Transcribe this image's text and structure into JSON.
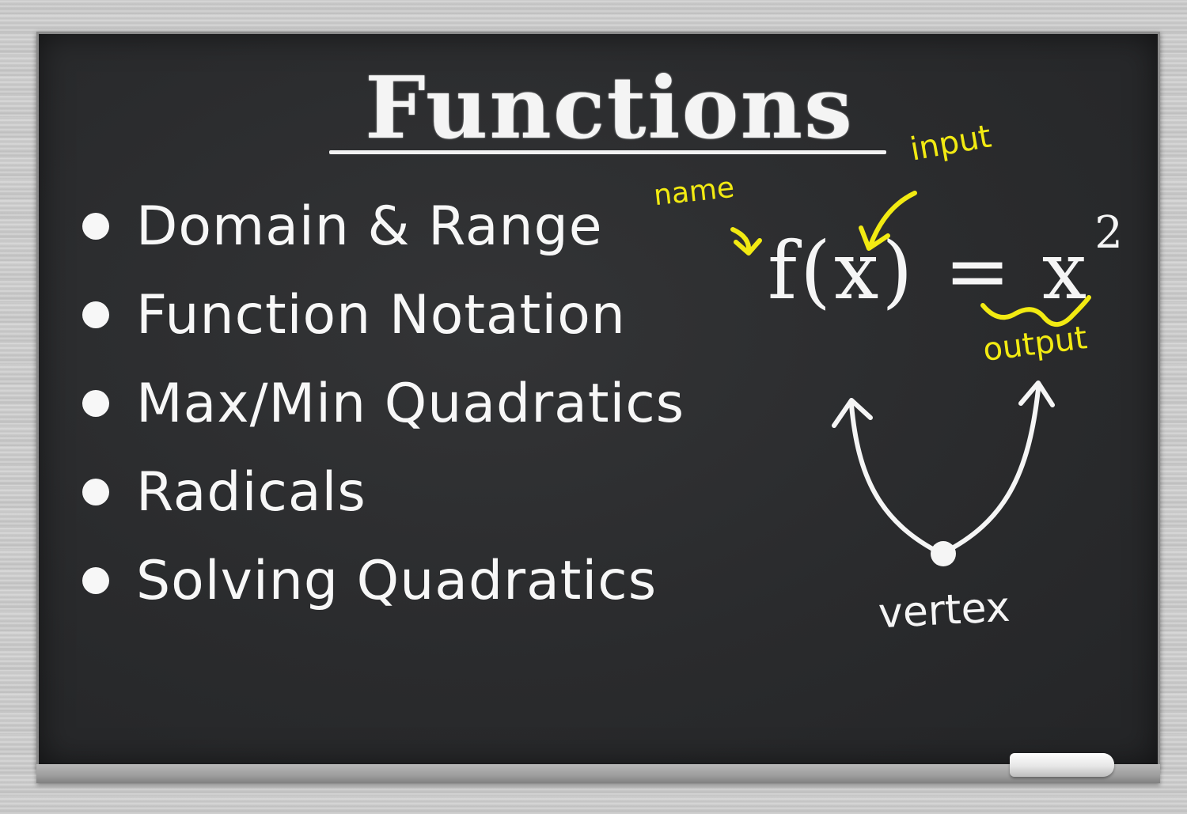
{
  "board": {
    "title": "Functions",
    "topics": [
      "Domain & Range",
      "Function Notation",
      "Max/Min Quadratics",
      "Radicals",
      "Solving Quadratics"
    ]
  },
  "diagram": {
    "formula_main": "f(x) = x",
    "formula_exponent": "2",
    "label_name": "name",
    "label_input": "input",
    "label_output": "output",
    "label_vertex": "vertex"
  },
  "colors": {
    "board": "#2b2c2e",
    "chalk_white": "#f5f5f5",
    "chalk_yellow": "#f2ea12",
    "frame": "#cfcfcf"
  }
}
